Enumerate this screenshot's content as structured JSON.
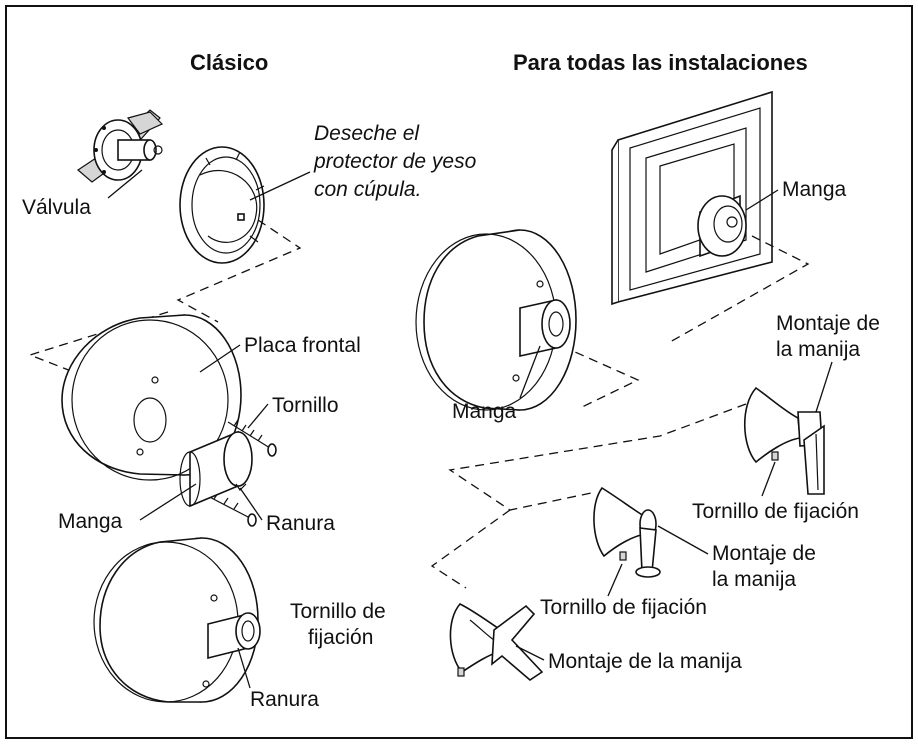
{
  "headings": {
    "classic": "Clásico",
    "all_installations": "Para todas las instalaciones"
  },
  "labels": {
    "valve": "Válvula",
    "discard_line1": "Deseche el",
    "discard_line2": "protector de yeso",
    "discard_line3": "con cúpula.",
    "faceplate": "Placa frontal",
    "screw": "Tornillo",
    "sleeve_left": "Manga",
    "slot_upper": "Ranura",
    "slot_lower": "Ranura",
    "sleeve_right_top": "Manga",
    "sleeve_right_mid": "Manga",
    "handle_assembly_top_line1": "Montaje de",
    "handle_assembly_top_line2": "la manija",
    "set_screw_right": "Tornillo de fijación",
    "handle_assembly_mid_line1": "Montaje de",
    "handle_assembly_mid_line2": "la manija",
    "set_screw_mid": "Tornillo de fijación",
    "set_screw_left_line1": "Tornillo de",
    "set_screw_left_line2": "fijación",
    "handle_assembly_bottom": "Montaje de la manija"
  }
}
